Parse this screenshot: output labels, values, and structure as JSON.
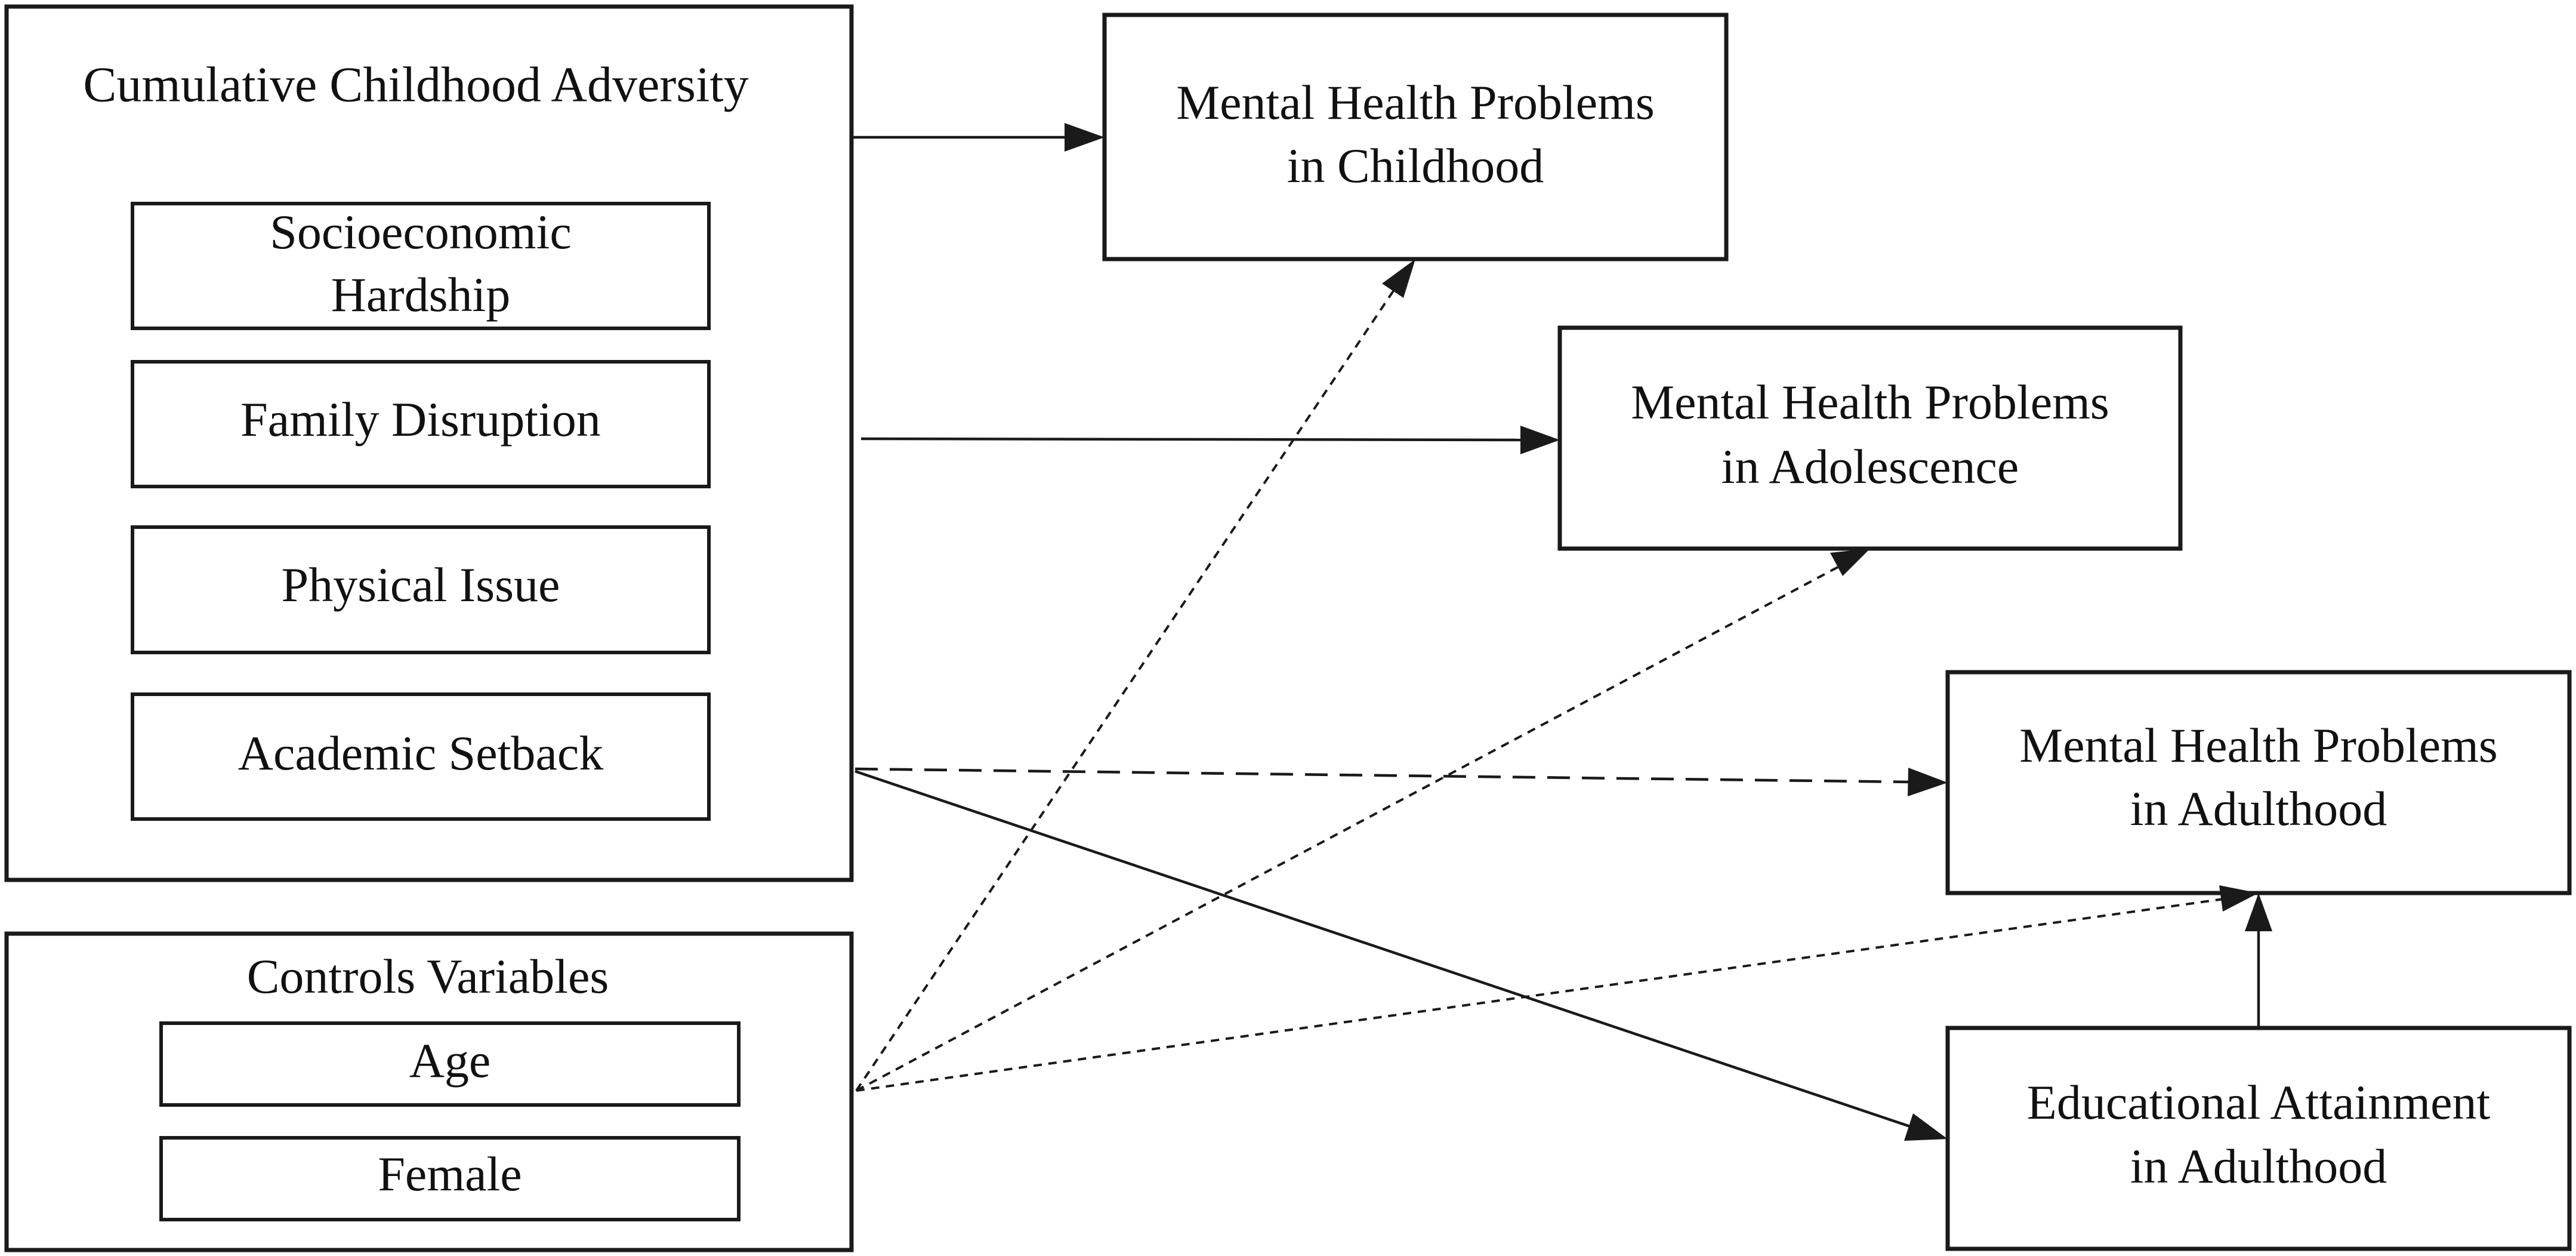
{
  "adversity": {
    "title": "Cumulative Childhood Adversity",
    "items": [
      {
        "line1": "Socioeconomic",
        "line2": "Hardship"
      },
      {
        "label": "Family Disruption"
      },
      {
        "label": "Physical Issue"
      },
      {
        "label": "Academic Setback"
      }
    ]
  },
  "controls": {
    "title": "Controls Variables",
    "items": [
      "Age",
      "Female"
    ]
  },
  "outcomes": {
    "childhood": {
      "line1": "Mental Health Problems",
      "line2": "in Childhood"
    },
    "adolescence": {
      "line1": "Mental Health Problems",
      "line2": "in Adolescence"
    },
    "adulthood": {
      "line1": "Mental Health Problems",
      "line2": "in Adulthood"
    },
    "education": {
      "line1": "Educational Attainment",
      "line2": "in Adulthood"
    }
  },
  "edges": [
    {
      "from": "Cumulative Childhood Adversity",
      "to": "Mental Health Problems in Childhood",
      "style": "solid"
    },
    {
      "from": "Cumulative Childhood Adversity",
      "to": "Mental Health Problems in Adolescence",
      "style": "solid"
    },
    {
      "from": "Cumulative Childhood Adversity",
      "to": "Mental Health Problems in Adulthood",
      "style": "dashed"
    },
    {
      "from": "Cumulative Childhood Adversity",
      "to": "Educational Attainment in Adulthood",
      "style": "solid"
    },
    {
      "from": "Educational Attainment in Adulthood",
      "to": "Mental Health Problems in Adulthood",
      "style": "solid"
    },
    {
      "from": "Controls Variables",
      "to": "Mental Health Problems in Childhood",
      "style": "dotted"
    },
    {
      "from": "Controls Variables",
      "to": "Mental Health Problems in Adolescence",
      "style": "dotted"
    },
    {
      "from": "Controls Variables",
      "to": "Mental Health Problems in Adulthood",
      "style": "dotted"
    }
  ]
}
